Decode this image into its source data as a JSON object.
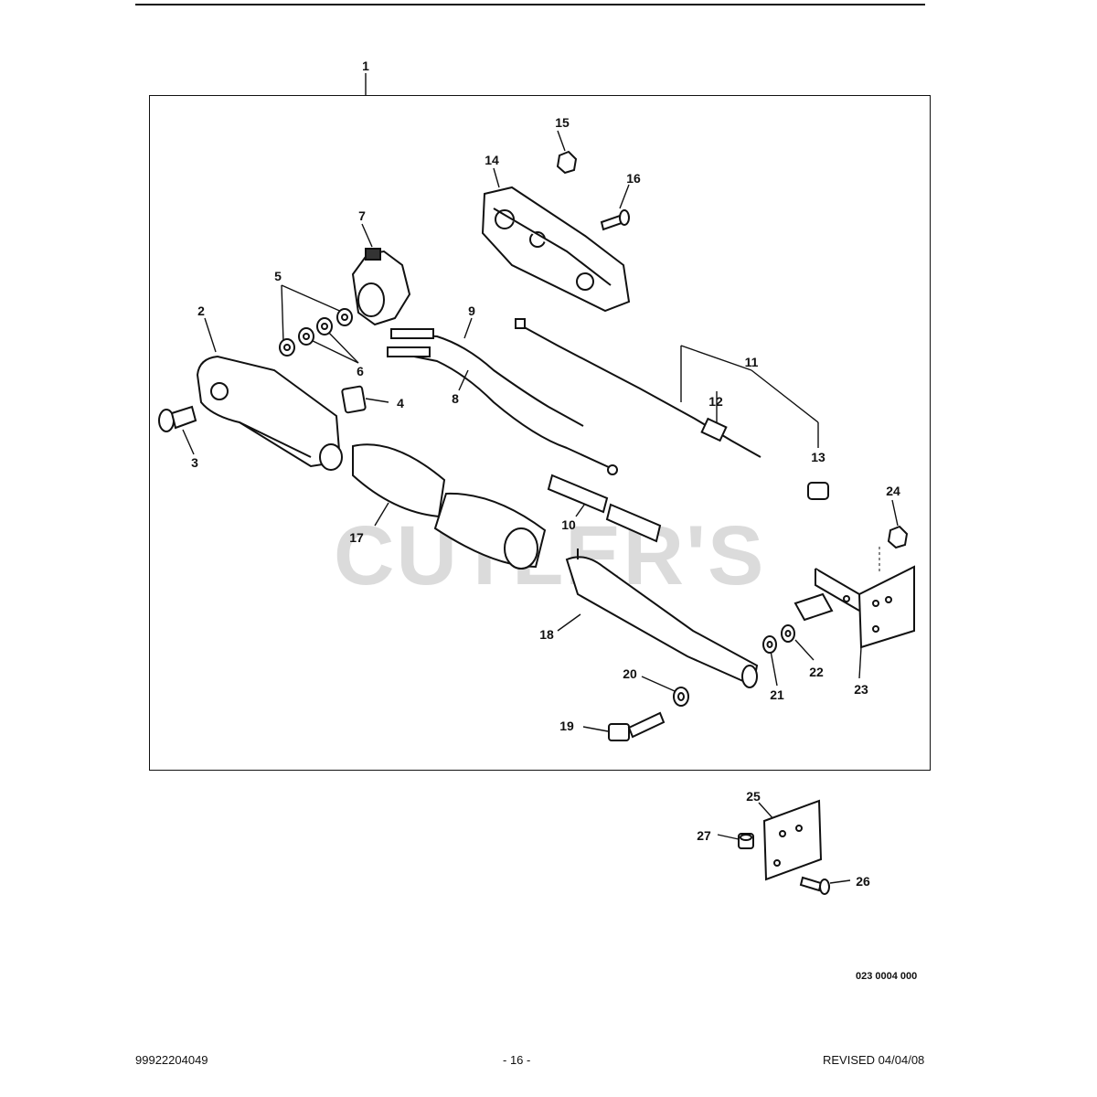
{
  "callouts": {
    "c1": "1",
    "c2": "2",
    "c3": "3",
    "c4": "4",
    "c5": "5",
    "c6": "6",
    "c7": "7",
    "c8": "8",
    "c9": "9",
    "c10": "10",
    "c11": "11",
    "c12": "12",
    "c13": "13",
    "c14": "14",
    "c15": "15",
    "c16": "16",
    "c17": "17",
    "c18": "18",
    "c19": "19",
    "c20": "20",
    "c21": "21",
    "c22": "22",
    "c23": "23",
    "c24": "24",
    "c25": "25",
    "c26": "26",
    "c27": "27"
  },
  "watermark": "CUTLER'S",
  "drawing_number": "023 0004 000",
  "footer": {
    "part_number": "99922204049",
    "page": "- 16 -",
    "revised": "REVISED 04/04/08"
  }
}
